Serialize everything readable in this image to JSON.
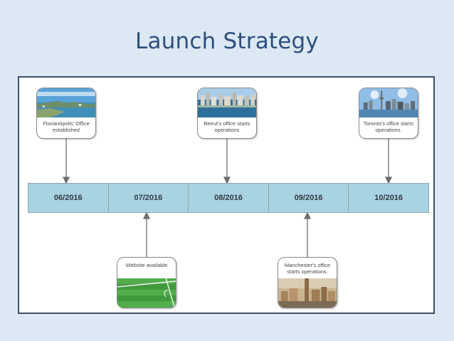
{
  "slide": {
    "title": "Launch Strategy"
  },
  "timeline": {
    "periods": [
      "06/2016",
      "07/2016",
      "08/2016",
      "09/2016",
      "10/2016"
    ]
  },
  "milestones": {
    "florianopolis": {
      "caption": "Florianópolis' Office established",
      "photo": "coastal-city-photo"
    },
    "website": {
      "caption": "Website available",
      "photo": "soccer-field-photo"
    },
    "beirut": {
      "caption": "Beirut's office starts operations",
      "photo": "city-skyline-photo"
    },
    "manchester": {
      "caption": "Manchester's office starts operations.",
      "photo": "historic-city-photo"
    },
    "toronto": {
      "caption": "Toronto's office starts operations.",
      "photo": "toronto-skyline-photo"
    }
  },
  "colors": {
    "title": "#2d4f7c",
    "background": "#dde8f5",
    "band": "#a8d3e0",
    "frame_border": "#3c4f66"
  }
}
